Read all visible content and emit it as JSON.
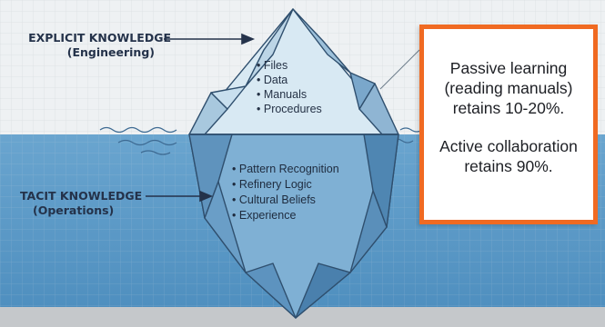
{
  "labels": {
    "explicit_title": "EXPLICIT KNOWLEDGE",
    "explicit_sub": "(Engineering)",
    "tacit_title": "TACIT KNOWLEDGE",
    "tacit_sub": "(Operations)"
  },
  "above_water_items": [
    "Files",
    "Data",
    "Manuals",
    "Procedures"
  ],
  "below_water_items": [
    "Pattern Recognition",
    "Refinery Logic",
    "Cultural Beliefs",
    "Experience"
  ],
  "callout": {
    "passive_lines": [
      "Passive learning",
      "(reading manuals)",
      "retains 10-20%."
    ],
    "active_lines": [
      "Active collaboration",
      "retains 90%."
    ]
  },
  "colors": {
    "water": "#5f9ac4",
    "sky": "#eef1f3",
    "ice_light": "#d8e9f3",
    "ice_dark": "#4f86b2",
    "outline": "#2f4f6e",
    "accent": "#f06a22",
    "label": "#24324a"
  }
}
